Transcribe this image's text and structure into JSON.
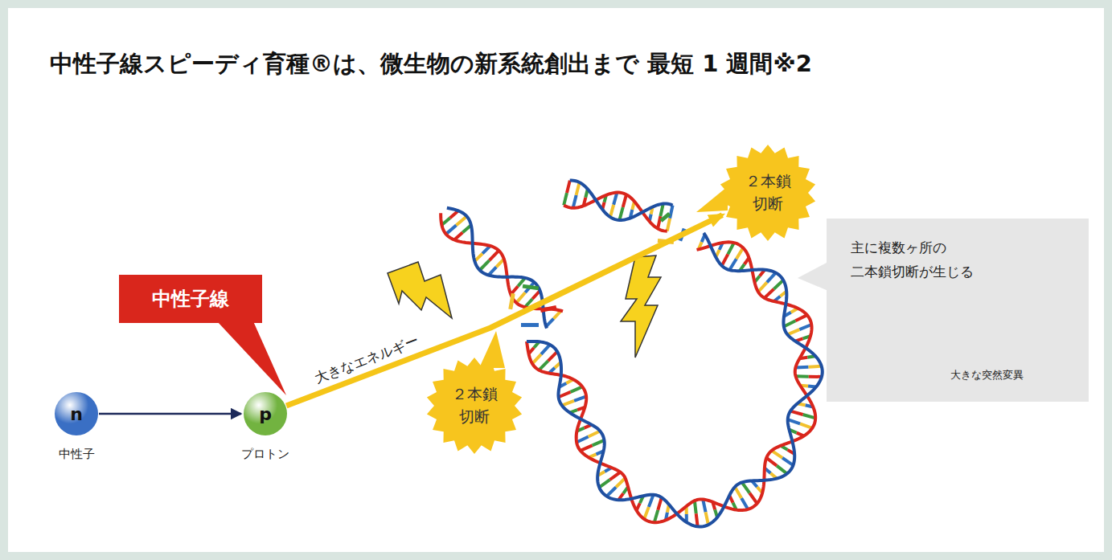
{
  "diagram": {
    "title": "中性子線スピーディ育種®は、微生物の新系統創出まで 最短 1 週間※2",
    "nodes": [
      {
        "text": [
          "２本鎖 切断"
        ]
      },
      {
        "text": [
          "主に複数ヶ所の 二本鎖切断が生じる"
        ]
      },
      {
        "text": [
          "中性子線"
        ]
      },
      {
        "text": [
          "２本鎖 切断"
        ]
      },
      {
        "text": [
          "n",
          "中性子"
        ]
      },
      {
        "text": [
          "p",
          "プロトン"
        ]
      }
    ],
    "edges": [
      {
        "from": 4,
        "to": 5,
        "arrow": "to"
      },
      {
        "from": 5,
        "to": 0,
        "label": "大きなエネルギー",
        "arrow": "to"
      }
    ],
    "labels": [
      "大きな突然変異"
    ]
  }
}
